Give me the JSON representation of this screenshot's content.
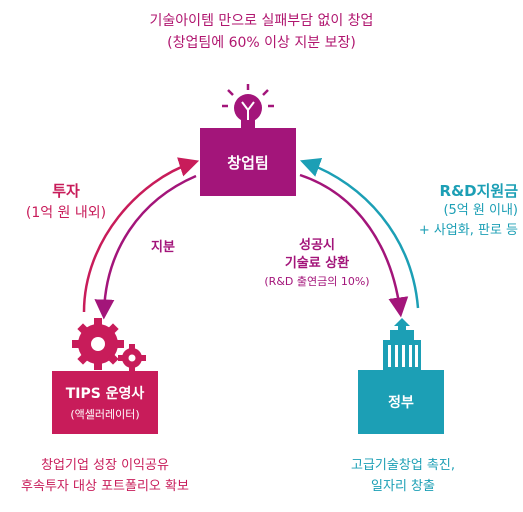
{
  "top_caption": {
    "line1": "기술아이템 만으로 실패부담 없이 창업",
    "line2": "(창업팀에 60% 이상 지분 보장)"
  },
  "nodes": {
    "startup": {
      "label": "창업팀",
      "icon": "lightbulb-icon",
      "color": "#a3157a"
    },
    "tips": {
      "label": "TIPS 운영사",
      "sublabel": "(액셀러레이터)",
      "icon": "gears-icon",
      "color": "#c81c5a"
    },
    "government": {
      "label": "정부",
      "icon": "government-building-icon",
      "color": "#1c9fb5"
    }
  },
  "edges": {
    "investment": {
      "title": "투자",
      "detail": "(1억 원 내외)"
    },
    "equity": {
      "label": "지분"
    },
    "success": {
      "line1": "성공시",
      "line2": "기술료 상환",
      "line3": "(R&D 출연금의 10%)"
    },
    "rnd": {
      "title": "R&D지원금",
      "line2": "(5억 원 이내)",
      "line3": "+ 사업화, 판로 등"
    }
  },
  "bottom_left": {
    "line1": "창업기업 성장 이익공유",
    "line2": "후속투자 대상 포트폴리오 확보"
  },
  "bottom_right": {
    "line1": "고급기술창업 촉진,",
    "line2": "일자리 창출"
  }
}
